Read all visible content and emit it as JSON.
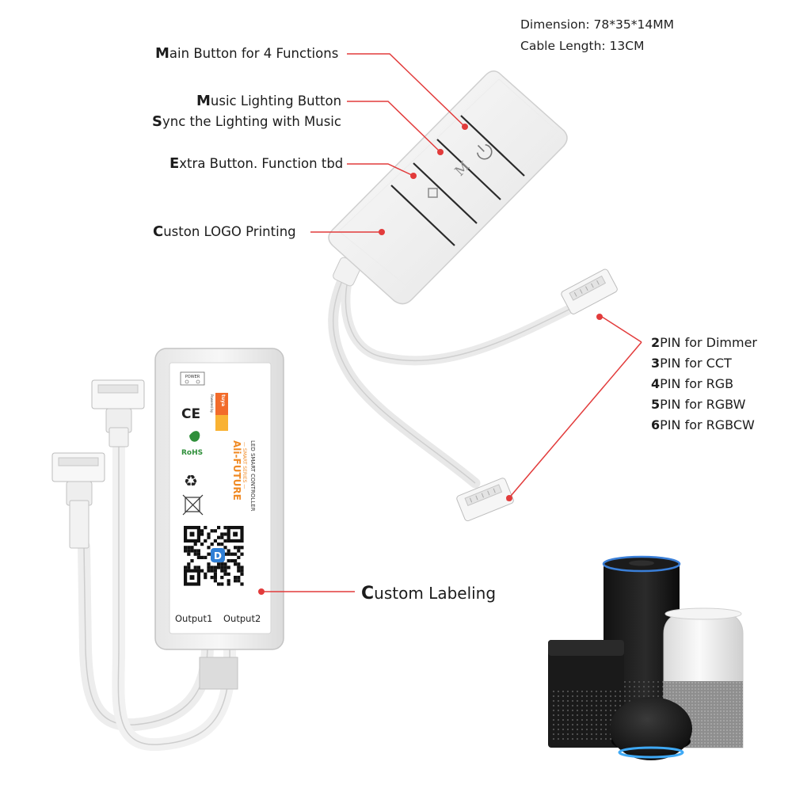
{
  "specs": {
    "dimension": "Dimension: 78*35*14MM",
    "cable_length": "Cable Length: 13CM"
  },
  "callouts": {
    "main_button": {
      "initial": "M",
      "rest": "ain Button for 4 Functions"
    },
    "music_button": {
      "initial": "M",
      "rest": "usic Lighting Button"
    },
    "music_sync": {
      "initial": "S",
      "rest": "ync the Lighting with Music"
    },
    "extra_button": {
      "initial": "E",
      "rest": "xtra Button. Function tbd"
    },
    "logo_printing": {
      "initial": "C",
      "rest": "uston LOGO Printing"
    },
    "custom_labeling": {
      "initial": "C",
      "rest": "ustom Labeling"
    }
  },
  "pins": [
    {
      "num": "2",
      "text": "PIN for Dimmer"
    },
    {
      "num": "3",
      "text": "PIN for CCT"
    },
    {
      "num": "4",
      "text": "PIN for RGB"
    },
    {
      "num": "5",
      "text": "PIN for RGBW"
    },
    {
      "num": "6",
      "text": "PIN for RGBCW"
    }
  ],
  "controller": {
    "power_label": "POWER",
    "powered_by": "Powered by",
    "tuya": "tuya",
    "ce": "CE",
    "rohs": "RoHS",
    "brand": "Ali-FUTURE",
    "series": "— SMART SERIES —",
    "product": "LED SMART CONTROLLER",
    "output1": "Output1",
    "output2": "Output2"
  },
  "remote": {
    "music_key_glyph": "M"
  },
  "colors": {
    "callout_line": "#e23b3b",
    "tuya_orange": "#f26b2a",
    "tuya_yellow": "#f9b233",
    "brand_orange": "#f08a24",
    "rohs_green": "#2f8f3a"
  }
}
